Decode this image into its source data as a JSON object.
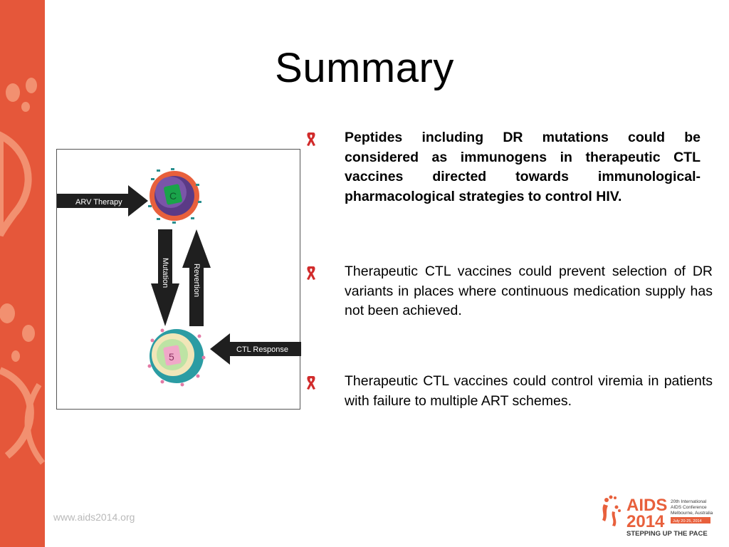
{
  "slide": {
    "title": "Summary",
    "footer_url": "www.aids2014.org"
  },
  "figure": {
    "arv_label": "ARV Therapy",
    "mutation_label": "Mutation",
    "reversion_label": "Revertion",
    "ctl_label": "CTL Response",
    "cell_top_glyph": "C",
    "cell_bottom_glyph": "5"
  },
  "bullets": [
    {
      "text": "Peptides including DR mutations could be considered as immunogens in therapeutic CTL vaccines directed towards immunological-pharmacological strategies to control HIV.",
      "bold": true
    },
    {
      "text": "Therapeutic CTL vaccines could prevent selection of DR variants in places where continuous medication supply has not been achieved.",
      "bold": false
    },
    {
      "text": "Therapeutic CTL vaccines could control viremia in patients with failure to multiple ART schemes.",
      "bold": false
    }
  ],
  "logo": {
    "name_line1": "AIDS",
    "name_line2": "2014",
    "desc_line1": "20th International",
    "desc_line2": "AIDS Conference",
    "desc_line3": "Melbourne, Australia",
    "dates": "July 20-25, 2014",
    "tagline": "STEPPING UP THE PACE"
  },
  "colors": {
    "sidebar": "#e5573a",
    "ribbon": "#d12b2b",
    "logo_orange": "#e8603c",
    "logo_dark": "#3a3a3a"
  },
  "icons": {
    "bullet": "red-ribbon-icon",
    "sidebar_art": "footprint-decoration"
  }
}
